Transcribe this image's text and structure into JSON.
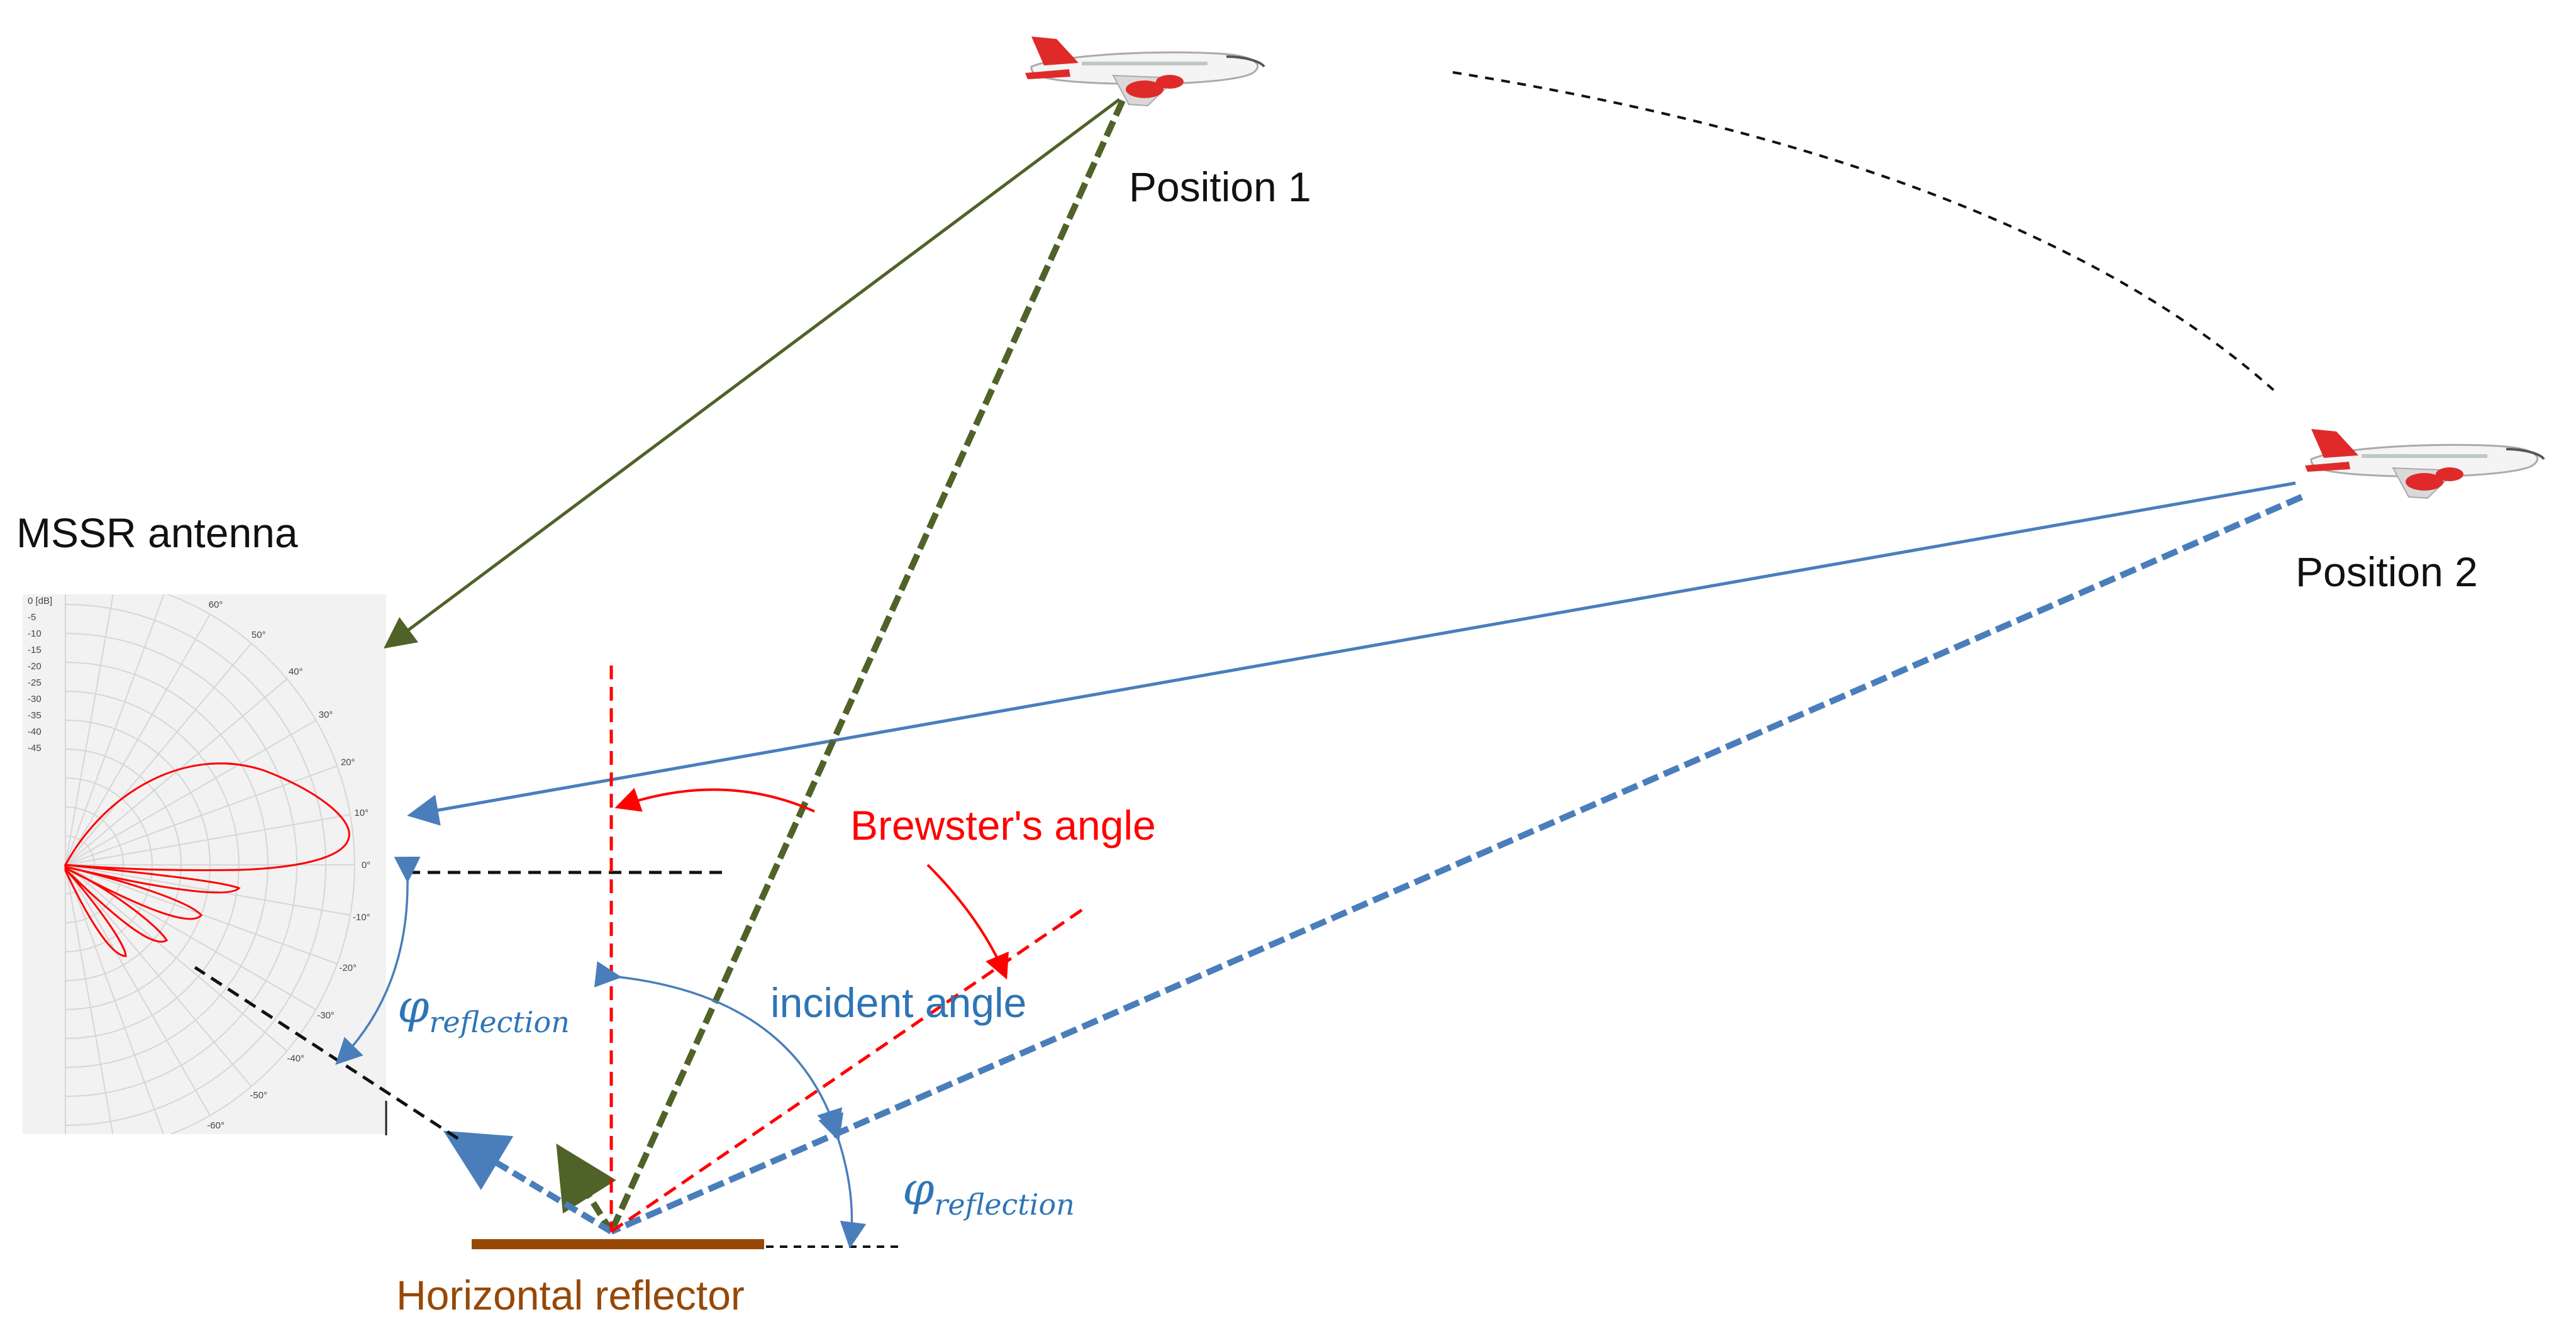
{
  "labels": {
    "position1": "Position 1",
    "position2": "Position 2",
    "antenna": "MSSR antenna",
    "brewster": "Brewster's angle",
    "incident": "incident angle",
    "phi": "φ",
    "reflection_sub": "reflection",
    "reflector": "Horizontal reflector"
  },
  "polar_plot": {
    "db_ticks": [
      "0 [dB]",
      "-5",
      "-10",
      "-15",
      "-20",
      "-25",
      "-30",
      "-35",
      "-40",
      "-45"
    ],
    "angle_ticks": [
      {
        "deg": 60,
        "label": "60°"
      },
      {
        "deg": 50,
        "label": "50°"
      },
      {
        "deg": 40,
        "label": "40°"
      },
      {
        "deg": 30,
        "label": "30°"
      },
      {
        "deg": 20,
        "label": "20°"
      },
      {
        "deg": 10,
        "label": "10°"
      },
      {
        "deg": 0,
        "label": "0°"
      },
      {
        "deg": -10,
        "label": "-10°"
      },
      {
        "deg": -20,
        "label": "-20°"
      },
      {
        "deg": -30,
        "label": "-30°"
      },
      {
        "deg": -40,
        "label": "-40°"
      },
      {
        "deg": -50,
        "label": "-50°"
      },
      {
        "deg": -60,
        "label": "-60°"
      }
    ]
  },
  "colors": {
    "olive": "#4f6228",
    "blue": "#4a7ebb",
    "red": "#ff0000",
    "brown": "#974806",
    "label_blue": "#2e75b6",
    "aircraft_red": "#e02a2a"
  }
}
